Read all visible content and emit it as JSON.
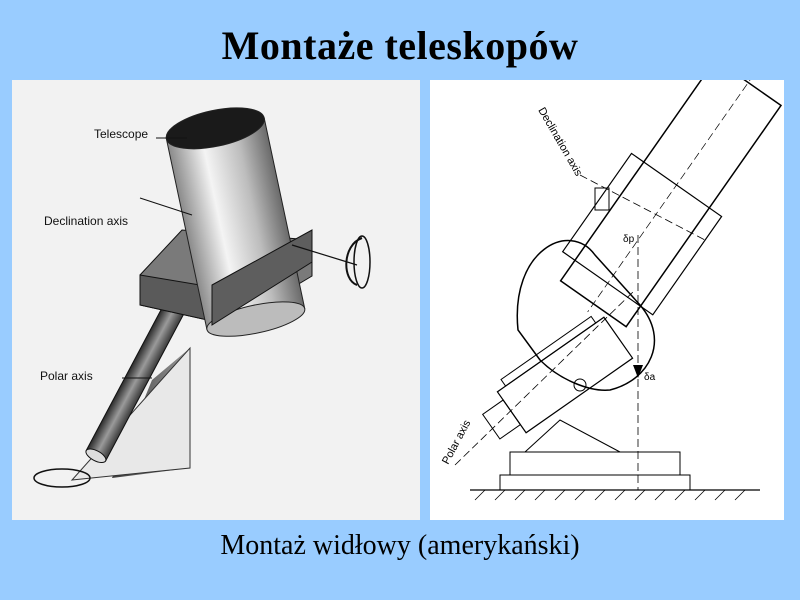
{
  "title": "Montaże teleskopów",
  "caption": "Montaż widłowy (amerykański)",
  "left_figure": {
    "labels": {
      "telescope": "Telescope",
      "declination_axis": "Declination axis",
      "polar_axis": "Polar axis"
    }
  },
  "right_figure": {
    "labels": {
      "declination_axis": "Declination axis",
      "polar_axis": "Polar axis",
      "delta_p": "δp",
      "delta_a": "δa"
    }
  }
}
